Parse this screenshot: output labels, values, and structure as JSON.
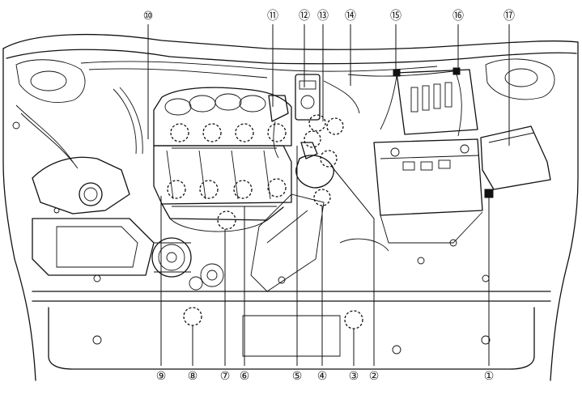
{
  "callouts_top": [
    {
      "id": "c10",
      "label": "⑩"
    },
    {
      "id": "c11",
      "label": "⑪"
    },
    {
      "id": "c12",
      "label": "⑫"
    },
    {
      "id": "c13",
      "label": "⑬"
    },
    {
      "id": "c14",
      "label": "⑭"
    },
    {
      "id": "c15",
      "label": "⑮"
    },
    {
      "id": "c16",
      "label": "⑯"
    },
    {
      "id": "c17",
      "label": "⑰"
    }
  ],
  "callouts_bottom": [
    {
      "id": "c9",
      "label": "⑨"
    },
    {
      "id": "c8",
      "label": "⑧"
    },
    {
      "id": "c7",
      "label": "⑦"
    },
    {
      "id": "c6",
      "label": "⑥"
    },
    {
      "id": "c5",
      "label": "⑤"
    },
    {
      "id": "c4",
      "label": "④"
    },
    {
      "id": "c3",
      "label": "③"
    },
    {
      "id": "c2",
      "label": "②"
    },
    {
      "id": "c1",
      "label": "①"
    }
  ],
  "colors": {
    "ink": "#111111",
    "paper": "#ffffff"
  }
}
